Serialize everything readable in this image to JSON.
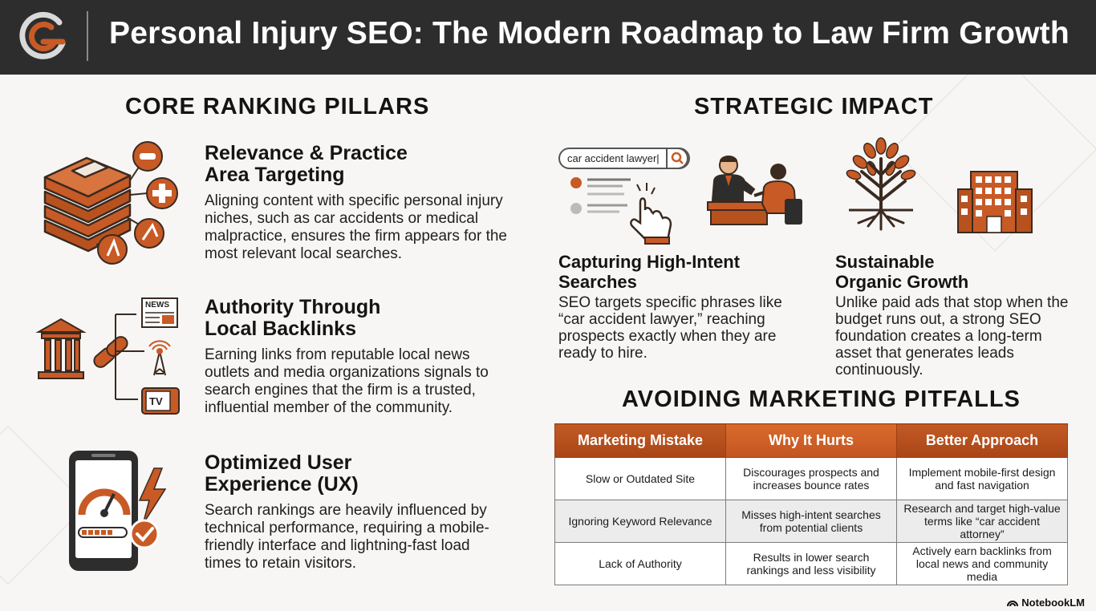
{
  "header": {
    "title": "Personal Injury SEO: The Modern Roadmap to Law Firm Growth"
  },
  "colors": {
    "accent": "#c85a26",
    "header_bg": "#2d2d2d",
    "table_header": "#b14d1c"
  },
  "pillars": {
    "heading": "CORE RANKING PILLARS",
    "items": [
      {
        "title_line1": "Relevance & Practice",
        "title_line2": "Area Targeting",
        "body": "Aligning content with specific personal injury niches, such as car accidents or medical malpractice, ensures the firm appears for the most relevant local searches.",
        "icon": "legal-books-icon"
      },
      {
        "title_line1": "Authority Through",
        "title_line2": "Local Backlinks",
        "body": "Earning links from reputable local news outlets and media organizations signals to search engines that the firm is a trusted, influential member of the community.",
        "icon": "backlink-network-icon",
        "news_label": "NEWS",
        "tv_label": "TV"
      },
      {
        "title_line1": "Optimized User",
        "title_line2": "Experience (UX)",
        "body": "Search rankings are heavily influenced by technical performance, requiring a mobile-friendly interface and lightning-fast load times to retain visitors.",
        "icon": "mobile-speed-icon"
      }
    ]
  },
  "impact": {
    "heading": "STRATEGIC IMPACT",
    "search_query": "car accident lawyer|",
    "items": [
      {
        "title_line1": "Capturing High-Intent",
        "title_line2": "Searches",
        "body": "SEO targets specific phrases like “car accident lawyer,” reaching prospects exactly when they are ready to hire."
      },
      {
        "title_line1": "Sustainable",
        "title_line2": "Organic Growth",
        "body": "Unlike paid ads that stop when the budget runs out, a strong SEO foundation creates a long-term asset that generates leads continuously."
      }
    ]
  },
  "pitfalls": {
    "heading": "AVOIDING MARKETING PITFALLS",
    "columns": [
      "Marketing Mistake",
      "Why It Hurts",
      "Better Approach"
    ],
    "rows": [
      {
        "mistake": "Slow or Outdated Site",
        "why": "Discourages prospects and increases bounce rates",
        "better": "Implement mobile-first design and fast navigation"
      },
      {
        "mistake": "Ignoring Keyword Relevance",
        "why": "Misses high-intent searches from potential clients",
        "better": "Research and target high-value terms like “car accident attorney”"
      },
      {
        "mistake": "Lack of Authority",
        "why": "Results in lower search rankings and less visibility",
        "better": "Actively earn backlinks from local news and community media"
      }
    ]
  },
  "footer": {
    "brand": "NotebookLM"
  }
}
